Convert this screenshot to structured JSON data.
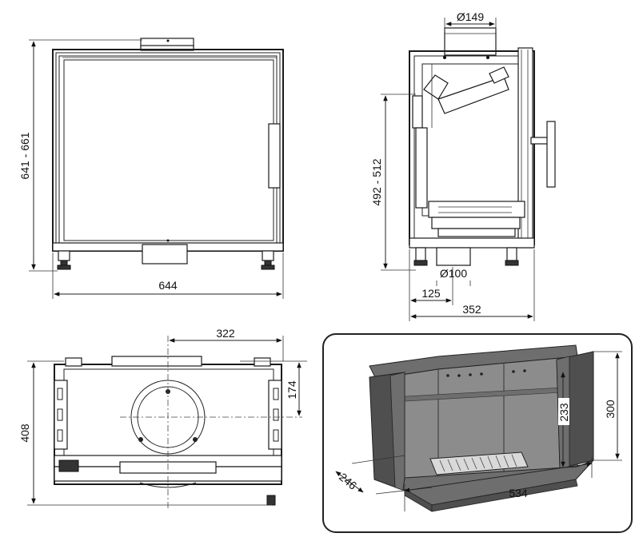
{
  "colors": {
    "line": "#1a1a1a",
    "panel_border": "#222222",
    "steel_dark": "#4f4f4f",
    "steel_mid": "#6e6e6e",
    "steel_light": "#8c8c8c",
    "firebed": "#d9d9d9"
  },
  "front_view": {
    "width_label": "644",
    "height_label": "641 - 661"
  },
  "side_view": {
    "flue_top_label": "Ø149",
    "height_label": "492 - 512",
    "air_inlet_label": "Ø100",
    "air_inlet_offset_label": "125",
    "depth_label": "352"
  },
  "top_view": {
    "offset_x_label": "322",
    "offset_y_label": "174",
    "depth_label": "408"
  },
  "firebox_view": {
    "depth_label": "246",
    "width_label": "534",
    "height_label": "233",
    "total_height_label": "300"
  }
}
